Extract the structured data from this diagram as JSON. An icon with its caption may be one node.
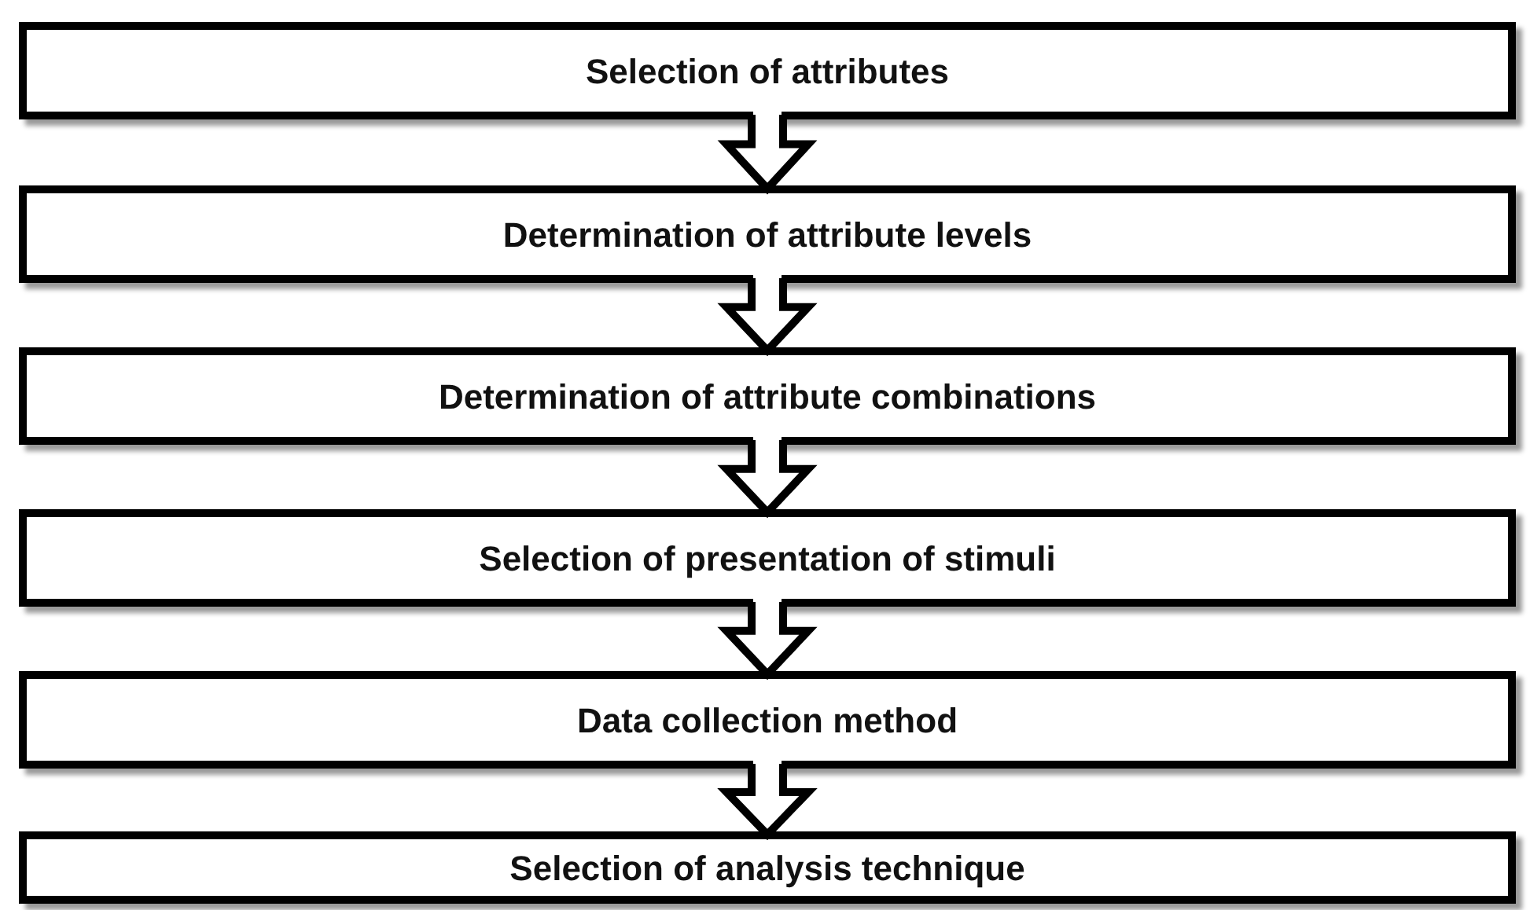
{
  "diagram": {
    "nodes": [
      {
        "text": [
          "Selection of attributes"
        ]
      },
      {
        "text": [
          "Determination of attribute levels"
        ]
      },
      {
        "text": [
          "Determination of attribute combinations"
        ]
      },
      {
        "text": [
          "Selection of presentation of stimuli"
        ]
      },
      {
        "text": [
          "Data collection method"
        ]
      },
      {
        "text": [
          "Selection of analysis technique"
        ]
      }
    ],
    "edges": [
      {
        "from": 0,
        "to": 1,
        "arrow": "to"
      },
      {
        "from": 1,
        "to": 2,
        "arrow": "to"
      },
      {
        "from": 2,
        "to": 3,
        "arrow": "to"
      },
      {
        "from": 3,
        "to": 4,
        "arrow": "to"
      },
      {
        "from": 4,
        "to": 5,
        "arrow": "to"
      }
    ]
  }
}
